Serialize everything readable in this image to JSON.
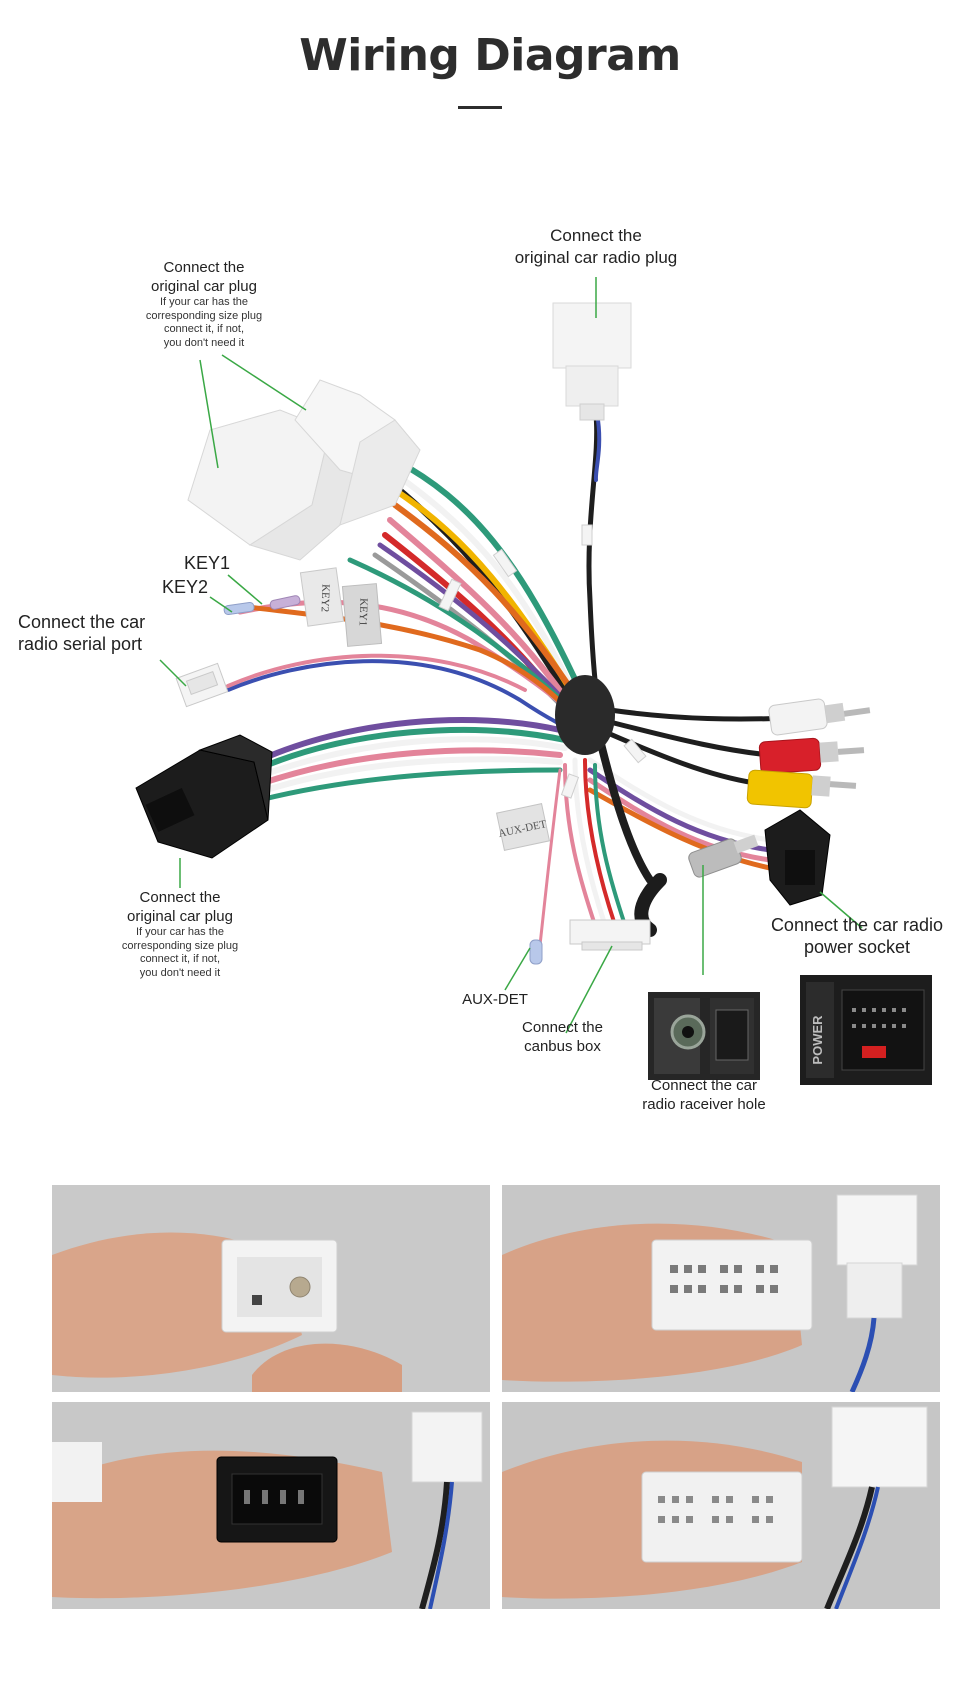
{
  "header": {
    "title": "Wiring Diagram"
  },
  "labels": {
    "radio_plug": "Connect the\noriginal car radio plug",
    "car_plug_top": {
      "main": "Connect the\noriginal car plug",
      "note": "If your car has the\ncorresponding size plug\nconnect it, if not,\nyou don't need it"
    },
    "key1": "KEY1",
    "key2": "KEY2",
    "serial_port": "Connect the car\nradio  serial port",
    "car_plug_bottom": {
      "main": "Connect the\noriginal car plug",
      "note": "If your car has the\ncorresponding size plug\nconnect it, if not,\nyou don't need it"
    },
    "aux_det": "AUX-DET",
    "canbus": "Connect the\ncanbus box",
    "receiver_hole": "Connect the  car\nradio raceiver hole",
    "power_socket": "Connect the car radio\npower socket"
  },
  "tags": {
    "key1_tag": "KEY1",
    "key2_tag": "KEY2",
    "aux_tag": "AUX-DET"
  },
  "inset": {
    "power_text": "POWER"
  },
  "colors": {
    "wire_black": "#1e1e1e",
    "wire_red": "#d42a2a",
    "wire_yellow": "#f1b400",
    "wire_white": "#f2f2f2",
    "wire_green": "#2e9a7a",
    "wire_pink": "#e3849a",
    "wire_orange": "#e06a1e",
    "wire_purple": "#6f4e9f",
    "wire_blue": "#3b4fb0",
    "wire_gray": "#9a9a9a",
    "rca_red": "#d8202a",
    "rca_yellow": "#f1c400",
    "rca_white": "#f3f3f3"
  }
}
